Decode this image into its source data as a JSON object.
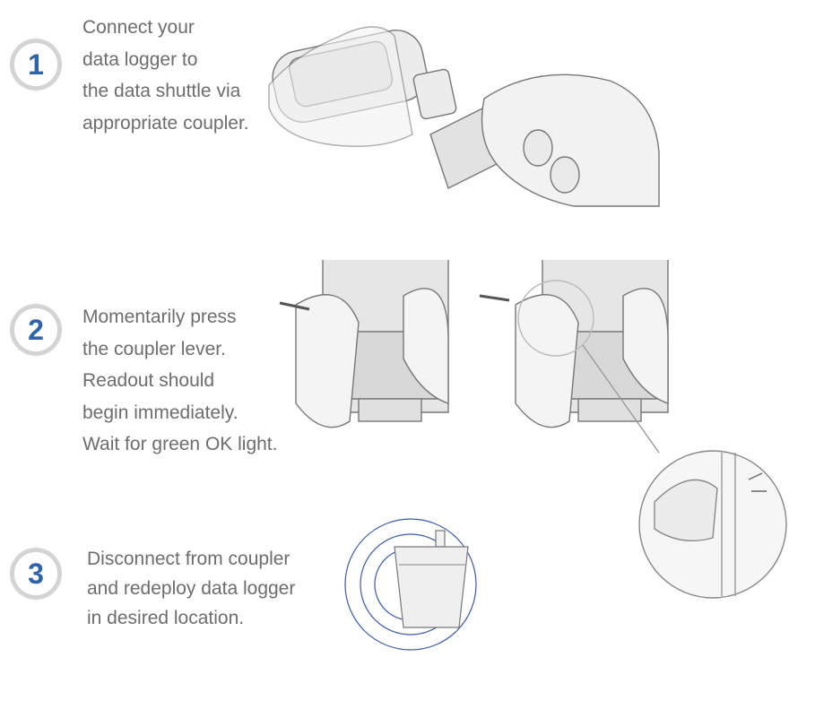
{
  "steps": [
    {
      "number": "1",
      "lines": [
        "Connect your",
        "data logger to",
        "the data shuttle via",
        "appropriate coupler."
      ]
    },
    {
      "number": "2",
      "lines": [
        "Momentarily press",
        "the coupler lever.",
        "Readout should",
        "begin immediately.",
        "Wait for green OK light."
      ]
    },
    {
      "number": "3",
      "lines": [
        "Disconnect from coupler",
        "and redeploy data logger",
        "in desired location."
      ]
    }
  ],
  "colors": {
    "accent": "#2f64ab",
    "badge_ring": "#d4d4d4",
    "text": "#6d6d6d",
    "rings": "#3b5aa8"
  }
}
